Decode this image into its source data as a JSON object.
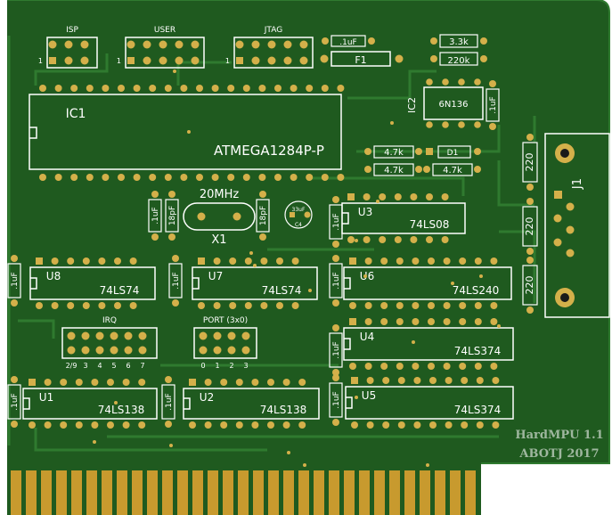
{
  "colors": {
    "pcb": "#1f5a1f",
    "trace": "#2f7a2f",
    "copper": "#d4b04a",
    "edge_gold": "#c89a2e",
    "silk": "#ffffff",
    "faint_silk": "#9fb79f",
    "hole": "#1a1a1a"
  },
  "headers": [
    {
      "label": "ISP",
      "pin1": "1"
    },
    {
      "label": "USER",
      "pin1": "1"
    },
    {
      "label": "JTAG",
      "pin1": "1"
    },
    {
      "label": "IRQ",
      "pins": [
        "2/9",
        "3",
        "4",
        "5",
        "6",
        "7"
      ]
    },
    {
      "label": "PORT (3x0)",
      "pins": [
        "0",
        "1",
        "2",
        "3"
      ]
    }
  ],
  "chips": [
    {
      "ref": "IC1",
      "value": "ATMEGA1284P-P"
    },
    {
      "ref": "IC2",
      "value": "6N136"
    },
    {
      "ref": "U3",
      "value": "74LS08"
    },
    {
      "ref": "U8",
      "value": "74LS74"
    },
    {
      "ref": "U7",
      "value": "74LS74"
    },
    {
      "ref": "U6",
      "value": "74LS240"
    },
    {
      "ref": "U4",
      "value": "74LS374"
    },
    {
      "ref": "U1",
      "value": "74LS138"
    },
    {
      "ref": "U2",
      "value": "74LS138"
    },
    {
      "ref": "U5",
      "value": "74LS374"
    }
  ],
  "passives": {
    "c_top": ".1uF",
    "f1": "F1",
    "r_3k3": "3.3k",
    "r_220k": "220k",
    "c_ic2": ".1uF",
    "r_47k_a": "4.7k",
    "r_47k_b": "4.7k",
    "d1": "D1",
    "r_47k_c": "4.7k",
    "r_220_a": "220",
    "r_220_b": "220",
    "r_220_c": "220",
    "j1": "J1",
    "crystal_freq": "20MHz",
    "crystal_ref": "X1",
    "c_1uf_left": ".1uF",
    "c_18pf_left": "18pF",
    "c_18pf_right": "18pF",
    "c4_value": "33uF",
    "c4_ref": "C4",
    "c_u3": ".1uF",
    "c_u8": ".1uF",
    "c_u7": ".1uF",
    "c_u6": ".1uF",
    "c_u4": ".1uF",
    "c_u1": ".1uF",
    "c_u2": ".1uF",
    "c_u5": ".1uF"
  },
  "board_label": {
    "line1": "HardMPU 1.1",
    "line2": "ABOTJ 2017"
  }
}
